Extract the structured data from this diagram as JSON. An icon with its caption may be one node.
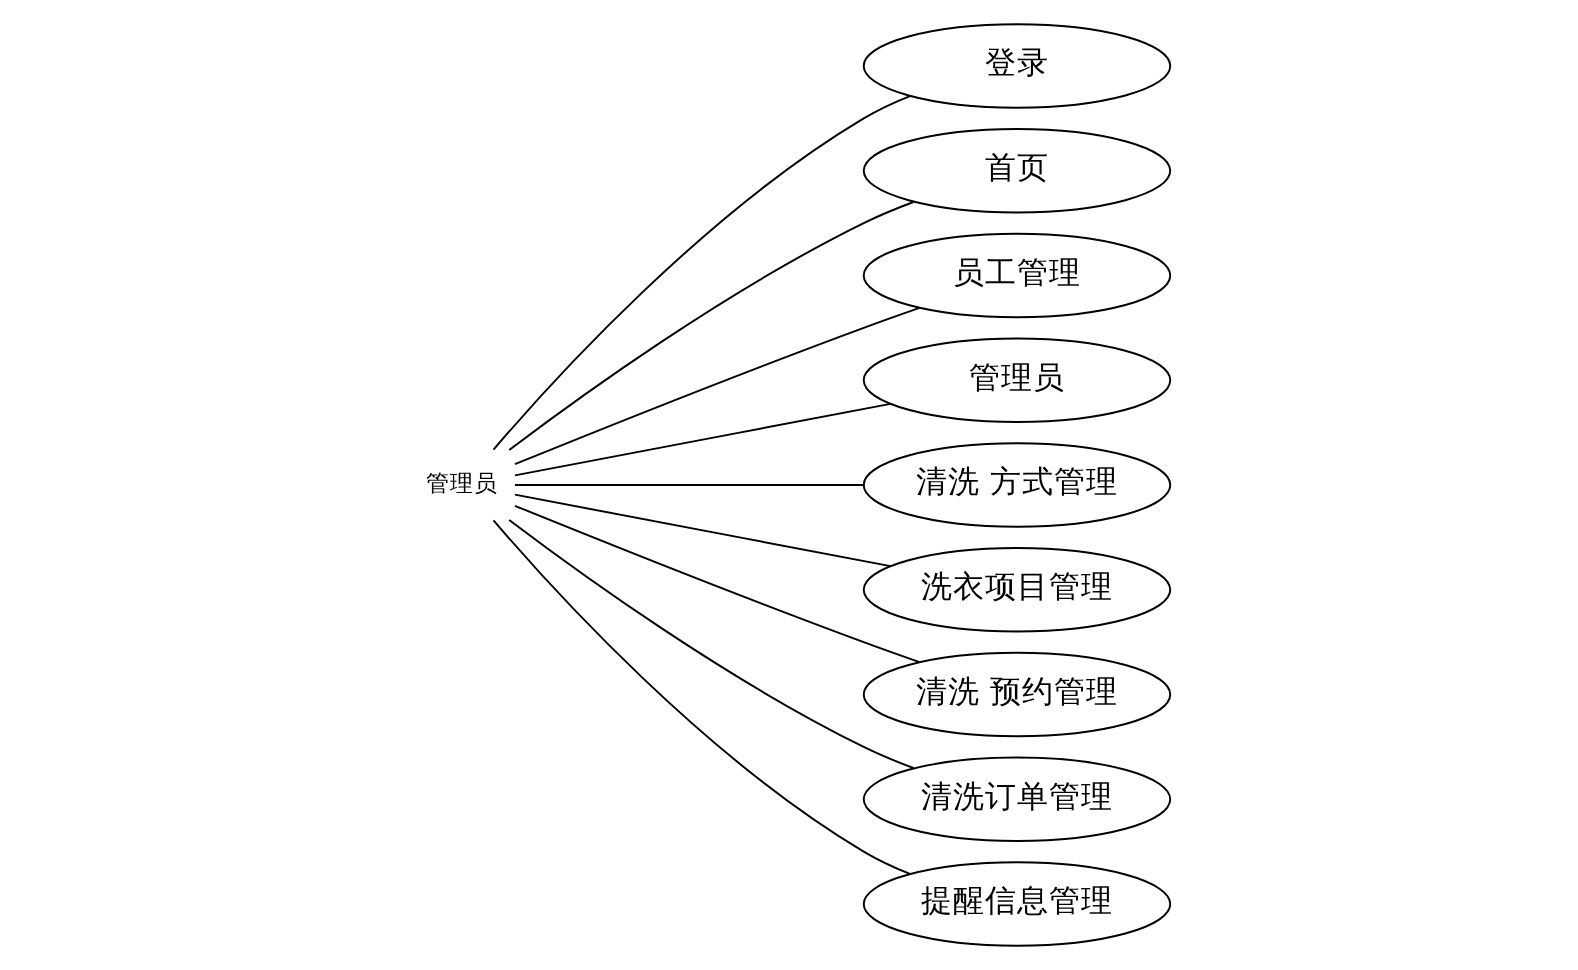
{
  "diagram": {
    "nodes": [
      {
        "text": [
          "管理员"
        ]
      },
      {
        "text": [
          "登录"
        ]
      },
      {
        "text": [
          "首页"
        ]
      },
      {
        "text": [
          "员工管理"
        ]
      },
      {
        "text": [
          "管理员"
        ]
      },
      {
        "text": [
          "清洗 方式管理"
        ]
      },
      {
        "text": [
          "洗衣项目管理"
        ]
      },
      {
        "text": [
          "清洗 预约管理"
        ]
      },
      {
        "text": [
          "清洗订单管理"
        ]
      },
      {
        "text": [
          "提醒信息管理"
        ]
      }
    ],
    "edges": [
      {
        "from": 0,
        "to": 1,
        "arrow": "none"
      },
      {
        "from": 0,
        "to": 2,
        "arrow": "none"
      },
      {
        "from": 0,
        "to": 3,
        "arrow": "none"
      },
      {
        "from": 0,
        "to": 4,
        "arrow": "none"
      },
      {
        "from": 0,
        "to": 5,
        "arrow": "none"
      },
      {
        "from": 0,
        "to": 6,
        "arrow": "none"
      },
      {
        "from": 0,
        "to": 7,
        "arrow": "none"
      },
      {
        "from": 0,
        "to": 8,
        "arrow": "none"
      },
      {
        "from": 0,
        "to": 9,
        "arrow": "none"
      }
    ]
  }
}
